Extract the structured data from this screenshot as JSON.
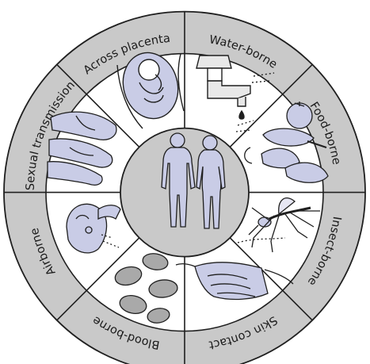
{
  "diagram": {
    "center_figure": "human-figures-icon",
    "colors": {
      "outer_ring": "#c9c9c9",
      "inner_ring": "#ffffff",
      "center_disc": "#c9c9c9",
      "figure_fill": "#c9cce6",
      "outline": "#1f1f1f"
    },
    "routes": [
      {
        "label": "Across placenta",
        "icon": "fetus-in-womb-icon"
      },
      {
        "label": "Water-borne",
        "icon": "water-tap-icon"
      },
      {
        "label": "Food-borne",
        "icon": "food-icon"
      },
      {
        "label": "Insect-borne",
        "icon": "mosquito-icon"
      },
      {
        "label": "Skin contact",
        "icon": "handshake-icon"
      },
      {
        "label": "Blood-borne",
        "icon": "blood-cells-icon"
      },
      {
        "label": "Airborne",
        "icon": "sneeze-icon"
      },
      {
        "label": "Sexual transmission",
        "icon": "couple-icon"
      }
    ]
  }
}
